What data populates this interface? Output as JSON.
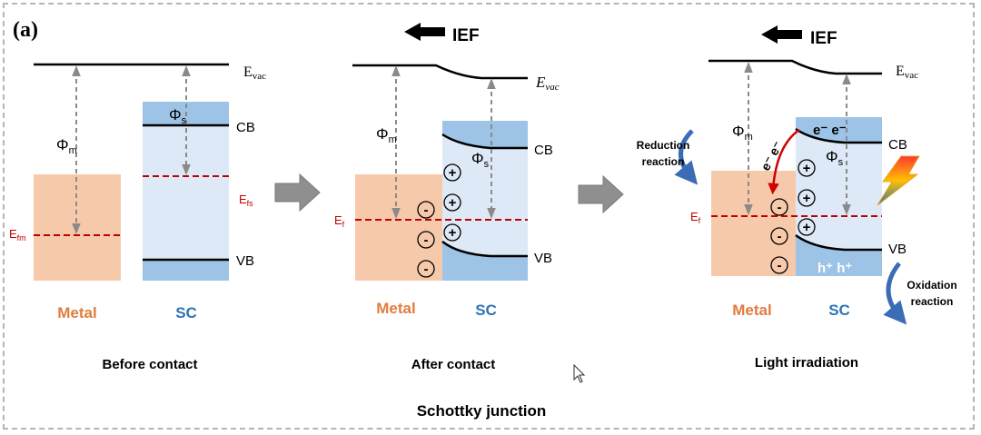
{
  "panel_label": "(a)",
  "caption": "Schottky junction",
  "colors": {
    "metal_fill": "#f6c9aa",
    "sc_light": "#dde9f6",
    "sc_band": "#9dc3e6",
    "fermi_line": "#c00000",
    "metal_text": "#e07c3e",
    "sc_text": "#2e75b6",
    "arrow_gray": "#8f8f8f",
    "electron_arrow": "#d00000",
    "reaction_arrow": "#3a6db5"
  },
  "panels": {
    "before": {
      "title": "Before contact",
      "evac_main": "E",
      "evac_sub": "vac",
      "phi_m": "Φ",
      "phi_m_sub": "m",
      "phi_s": "Φ",
      "phi_s_sub": "s",
      "cb": "CB",
      "vb": "VB",
      "efs_main": "E",
      "efs_sub": "fs",
      "efm_main": "E",
      "efm_sub": "fm",
      "metal": "Metal",
      "sc": "SC"
    },
    "after": {
      "title": "After contact",
      "ief": "IEF",
      "evac_main": "E",
      "evac_sub": "vac",
      "phi_m": "Φ",
      "phi_m_sub": "m",
      "phi_s": "Φ",
      "phi_s_sub": "s",
      "cb": "CB",
      "vb": "VB",
      "ef_main": "E",
      "ef_sub": "f",
      "metal": "Metal",
      "sc": "SC",
      "plus": "+",
      "minus": "-"
    },
    "light": {
      "title": "Light irradiation",
      "ief": "IEF",
      "evac_main": "E",
      "evac_sub": "vac",
      "phi_m": "Φ",
      "phi_m_sub": "m",
      "phi_s": "Φ",
      "phi_s_sub": "s",
      "cb": "CB",
      "vb": "VB",
      "ef_main": "E",
      "ef_sub": "f",
      "metal": "Metal",
      "sc": "SC",
      "electrons_cb": "e⁻ e⁻",
      "electrons_path": "e⁻ e⁻",
      "holes": "h⁺ h⁺",
      "reduction_line1": "Reduction",
      "reduction_line2": "reaction",
      "oxidation_line1": "Oxidation",
      "oxidation_line2": "reaction",
      "plus": "+",
      "minus": "-"
    }
  }
}
